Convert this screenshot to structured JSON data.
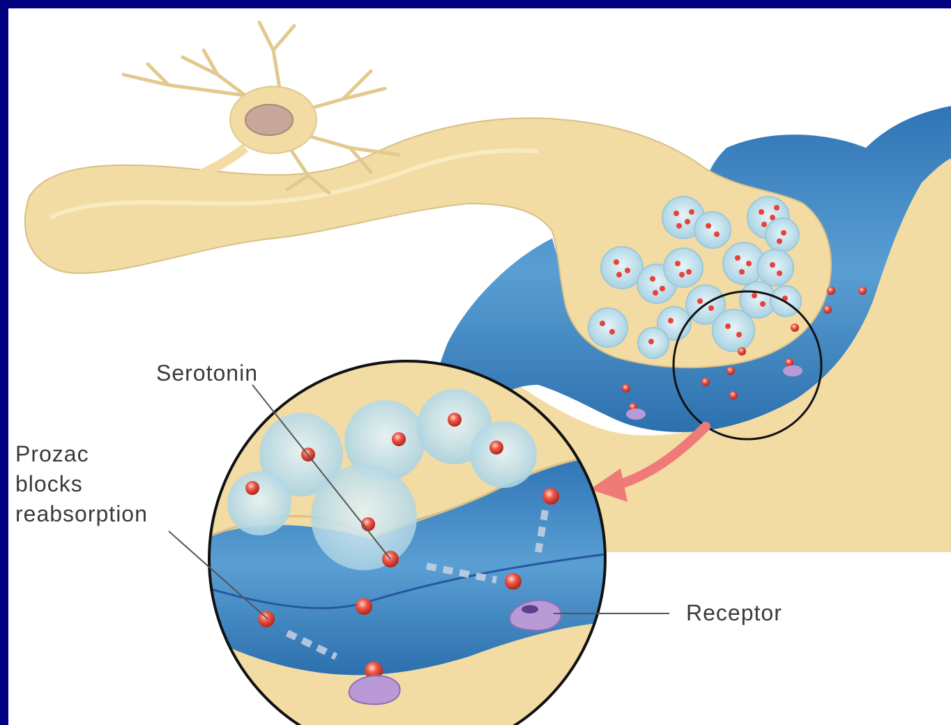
{
  "labels": {
    "serotonin": "Serotonin",
    "prozac": [
      "Prozac",
      "blocks",
      "reabsorption"
    ],
    "receptor": "Receptor"
  },
  "colors": {
    "background_frame": "#000080",
    "neuron_body": "#f2dca4",
    "synaptic_cleft": "#3f86c4",
    "vesicle": "#b9dbe8",
    "serotonin_molecule": "#e8413a",
    "receptor": "#b99ad6",
    "arrow": "#f07a78"
  },
  "icons": {
    "zoom_arrow": "arrow-icon",
    "magnifier_circle": "circle"
  }
}
